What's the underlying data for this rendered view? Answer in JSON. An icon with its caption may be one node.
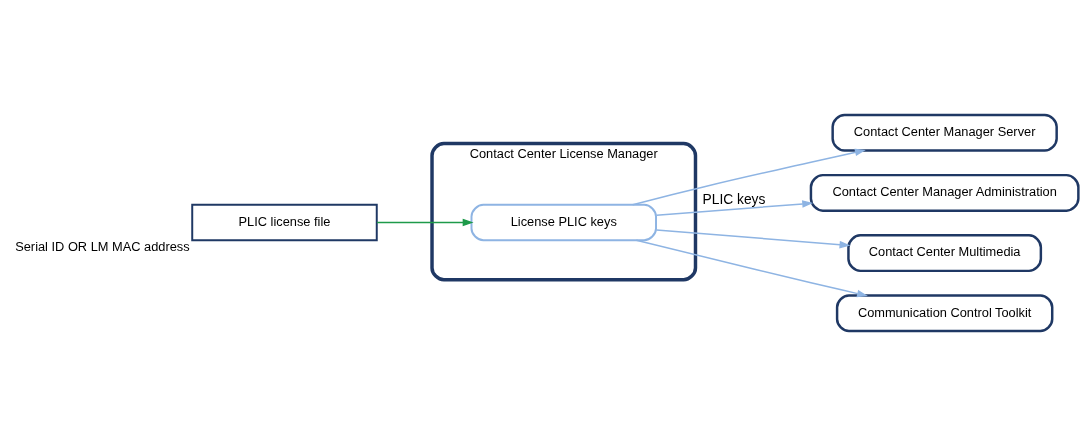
{
  "diagram": {
    "nodes": [
      {
        "text": [
          "PLIC license file"
        ],
        "beside": [
          "Serial ID OR LM MAC address"
        ]
      },
      {
        "text": [
          "Contact Center License Manager"
        ]
      },
      {
        "text": [
          "License PLIC keys"
        ],
        "in": 1
      },
      {
        "text": [
          "Contact Center Manager Server"
        ]
      },
      {
        "text": [
          "Contact Center Manager Administration"
        ]
      },
      {
        "text": [
          "Contact Center Multimedia"
        ]
      },
      {
        "text": [
          "Communication Control Toolkit"
        ]
      }
    ],
    "edges": [
      {
        "from": 0,
        "to": 2,
        "arrow": "to",
        "color": "#1e9a4a"
      },
      {
        "from": 2,
        "to": 3,
        "arrow": "to"
      },
      {
        "from": 2,
        "to": 4,
        "arrow": "to",
        "label": "PLIC keys"
      },
      {
        "from": 2,
        "to": 5,
        "arrow": "to"
      },
      {
        "from": 2,
        "to": 6,
        "arrow": "to"
      }
    ]
  }
}
